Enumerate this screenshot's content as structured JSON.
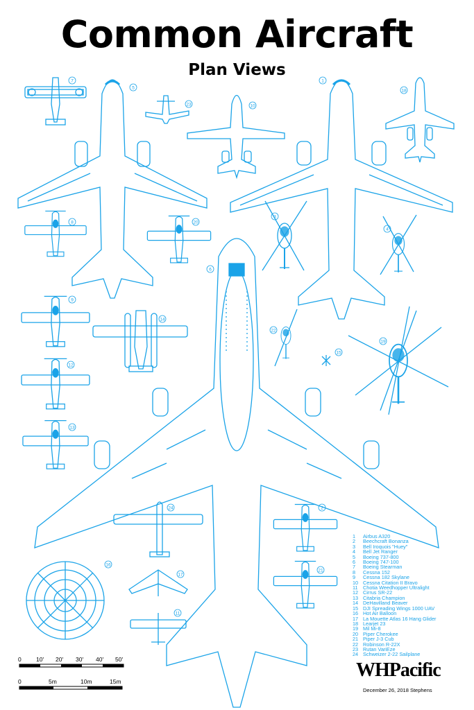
{
  "header": {
    "title": "Common Aircraft",
    "subtitle": "Plan Views"
  },
  "colors": {
    "line": "#1aa3e8",
    "text": "#000000",
    "background": "#ffffff"
  },
  "callouts": [
    "7",
    "5",
    "23",
    "10",
    "1",
    "18",
    "8",
    "20",
    "3",
    "4",
    "6",
    "9",
    "14",
    "22",
    "15",
    "19",
    "12",
    "13",
    "24",
    "2",
    "16",
    "17",
    "21",
    "11"
  ],
  "legend": [
    {
      "num": "1",
      "name": "Airbus A320"
    },
    {
      "num": "2",
      "name": "Beechcraft Bonanza"
    },
    {
      "num": "3",
      "name": "Bell Iroquois \"Huey\""
    },
    {
      "num": "4",
      "name": "Bell Jet Ranger"
    },
    {
      "num": "5",
      "name": "Boeing 737-800"
    },
    {
      "num": "6",
      "name": "Boeing 747-100"
    },
    {
      "num": "7",
      "name": "Boeing Stearman"
    },
    {
      "num": "8",
      "name": "Cessna 152"
    },
    {
      "num": "9",
      "name": "Cessna 182 Skylane"
    },
    {
      "num": "10",
      "name": "Cessna Citation II Bravo"
    },
    {
      "num": "11",
      "name": "Chotia Weedhopper Ultralight"
    },
    {
      "num": "12",
      "name": "Cirrus SR-22"
    },
    {
      "num": "13",
      "name": "Citabria Champion"
    },
    {
      "num": "14",
      "name": "DeHavilland Beaver"
    },
    {
      "num": "15",
      "name": "DJI Spreading Wings 1000 UAV"
    },
    {
      "num": "16",
      "name": "Hot Air Balloon"
    },
    {
      "num": "17",
      "name": "La Mouette Atlas 16 Hang Glider"
    },
    {
      "num": "18",
      "name": "Learjet 23"
    },
    {
      "num": "19",
      "name": "Mil Mi-8"
    },
    {
      "num": "20",
      "name": "Piper Cherokee"
    },
    {
      "num": "21",
      "name": "Piper J-3 Cub"
    },
    {
      "num": "22",
      "name": "Robinson R-22X"
    },
    {
      "num": "23",
      "name": "Rutan VariEze"
    },
    {
      "num": "24",
      "name": "Schweizer 2-22 Sailplane"
    }
  ],
  "scale": {
    "feet_labels": [
      "0",
      "10'",
      "20'",
      "30'",
      "40'",
      "50'"
    ],
    "meter_labels": [
      "0",
      "5m",
      "10m",
      "15m"
    ]
  },
  "footer": {
    "logo": "WHPacific",
    "credit": "December 26, 2018 Stephens"
  }
}
